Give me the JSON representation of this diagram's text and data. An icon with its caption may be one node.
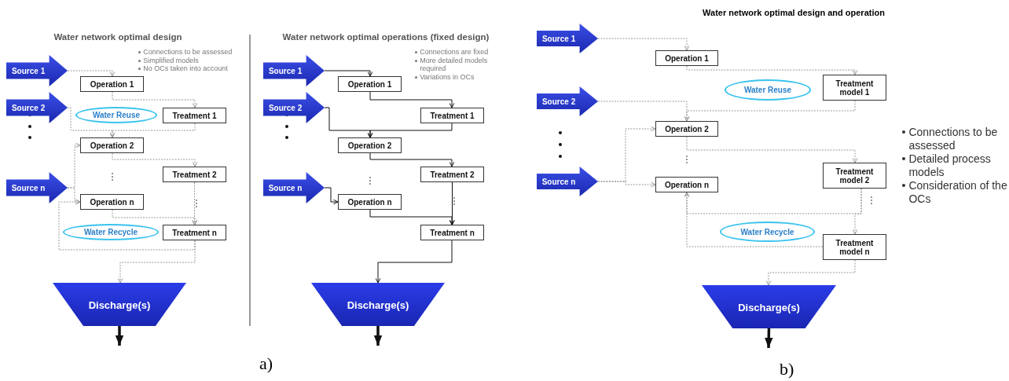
{
  "diagram": {
    "nodes": [
      {
        "text": [
          "Source 1"
        ]
      },
      {
        "text": [
          "Operation 1"
        ]
      },
      {
        "text": [
          "Source 2"
        ]
      },
      {
        "text": [
          "Water Reuse"
        ]
      },
      {
        "text": [
          "Treatment 1"
        ]
      },
      {
        "text": [
          "Operation 2"
        ]
      },
      {
        "text": [
          "Treatment 2"
        ]
      },
      {
        "text": [
          "Source n"
        ]
      },
      {
        "text": [
          "Operation n"
        ]
      },
      {
        "text": [
          "Water Recycle"
        ]
      },
      {
        "text": [
          "Treatment n"
        ]
      },
      {
        "text": [
          "Discharge(s)"
        ]
      },
      {
        "text": [
          "Source 1"
        ]
      },
      {
        "text": [
          "Operation 1"
        ]
      },
      {
        "text": [
          "Source 2"
        ]
      },
      {
        "text": [
          "Treatment 1"
        ]
      },
      {
        "text": [
          "Operation 2"
        ]
      },
      {
        "text": [
          "Treatment 2"
        ]
      },
      {
        "text": [
          "Source n"
        ]
      },
      {
        "text": [
          "Operation n"
        ]
      },
      {
        "text": [
          "Treatment n"
        ]
      },
      {
        "text": [
          "Discharge(s)"
        ]
      },
      {
        "text": [
          "Source 1"
        ]
      },
      {
        "text": [
          "Operation 1"
        ]
      },
      {
        "text": [
          "Water Reuse"
        ]
      },
      {
        "text": [
          "Treatment model 1"
        ]
      },
      {
        "text": [
          "Source 2"
        ]
      },
      {
        "text": [
          "Operation 2"
        ]
      },
      {
        "text": [
          "Treatment model 2"
        ]
      },
      {
        "text": [
          "Source n"
        ]
      },
      {
        "text": [
          "Operation n"
        ]
      },
      {
        "text": [
          "Water Recycle"
        ]
      },
      {
        "text": [
          "Treatment model n"
        ]
      },
      {
        "text": [
          "Discharge(s)"
        ]
      }
    ],
    "edges": [
      {
        "from": 0,
        "to": 1,
        "arrow": "to",
        "style": "dashed",
        "color": "#999999"
      },
      {
        "from": 1,
        "to": 4,
        "arrow": "to",
        "style": "dashed",
        "color": "#999999"
      },
      {
        "from": 2,
        "to": 5,
        "arrow": "to",
        "style": "dashed",
        "color": "#999999"
      },
      {
        "from": 4,
        "to": 5,
        "arrow": "to",
        "style": "dashed",
        "color": "#999999"
      },
      {
        "from": 5,
        "to": 6,
        "arrow": "to",
        "style": "dashed",
        "color": "#999999"
      },
      {
        "from": 7,
        "to": 5,
        "arrow": "to",
        "style": "dashed",
        "color": "#999999"
      },
      {
        "from": 7,
        "to": 8,
        "arrow": "to",
        "style": "dashed",
        "color": "#999999"
      },
      {
        "from": 8,
        "to": 10,
        "arrow": "to",
        "style": "dashed",
        "color": "#999999"
      },
      {
        "from": 6,
        "to": 10,
        "arrow": "to",
        "style": "dashed",
        "color": "#999999"
      },
      {
        "from": 10,
        "to": 8,
        "arrow": "to",
        "style": "dashed",
        "color": "#999999"
      },
      {
        "from": 10,
        "to": 11,
        "arrow": "to",
        "style": "dashed",
        "color": "#999999"
      },
      {
        "from": 11,
        "to": null,
        "arrow": "to",
        "style": "thick",
        "color": "#111111"
      },
      {
        "from": 12,
        "to": 13,
        "arrow": "to",
        "color": "#111111"
      },
      {
        "from": 13,
        "to": 15,
        "arrow": "to",
        "color": "#111111"
      },
      {
        "from": 14,
        "to": 16,
        "arrow": "to",
        "color": "#111111"
      },
      {
        "from": 15,
        "to": 16,
        "arrow": "to",
        "color": "#111111"
      },
      {
        "from": 16,
        "to": 17,
        "arrow": "to",
        "color": "#111111"
      },
      {
        "from": 18,
        "to": 19,
        "arrow": "to",
        "color": "#111111"
      },
      {
        "from": 19,
        "to": 20,
        "arrow": "to",
        "color": "#111111"
      },
      {
        "from": 17,
        "to": 20,
        "arrow": "to",
        "color": "#111111"
      },
      {
        "from": 20,
        "to": 21,
        "arrow": "to",
        "color": "#111111"
      },
      {
        "from": 21,
        "to": null,
        "arrow": "to",
        "style": "thick",
        "color": "#111111"
      },
      {
        "from": 22,
        "to": 23,
        "arrow": "to",
        "style": "dashed",
        "color": "#999999"
      },
      {
        "from": 23,
        "to": 25,
        "arrow": "to",
        "style": "dashed",
        "color": "#999999"
      },
      {
        "from": 26,
        "to": 27,
        "arrow": "to",
        "style": "dashed",
        "color": "#999999"
      },
      {
        "from": 25,
        "to": 27,
        "arrow": "to",
        "style": "dashed",
        "color": "#999999"
      },
      {
        "from": 27,
        "to": 28,
        "arrow": "to",
        "style": "dashed",
        "color": "#999999"
      },
      {
        "from": 29,
        "to": 27,
        "arrow": "to",
        "style": "dashed",
        "color": "#999999"
      },
      {
        "from": 29,
        "to": 30,
        "arrow": "to",
        "style": "dashed",
        "color": "#999999"
      },
      {
        "from": 28,
        "to": 32,
        "arrow": "to",
        "style": "dashed",
        "color": "#999999"
      },
      {
        "from": 28,
        "to": 30,
        "arrow": "to",
        "style": "dashed",
        "color": "#999999"
      },
      {
        "from": 32,
        "to": 30,
        "arrow": "to",
        "style": "dashed",
        "color": "#999999"
      },
      {
        "from": 32,
        "to": 33,
        "arrow": "to",
        "style": "dashed",
        "color": "#999999"
      },
      {
        "from": 33,
        "to": null,
        "arrow": "to",
        "style": "thick",
        "color": "#111111"
      }
    ],
    "labels": [
      "Water network optimal design",
      "Connections to be assessed",
      "Simplified models",
      "No OCs taken into account",
      "Water network optimal operations (fixed design)",
      "Connections are fixed",
      "More detailed models required",
      "Variations in OCs",
      "Water network optimal design and operation",
      "Connections to be assessed",
      "Detailed process models",
      "Consideration of the OCs",
      "a)",
      "b)"
    ]
  }
}
